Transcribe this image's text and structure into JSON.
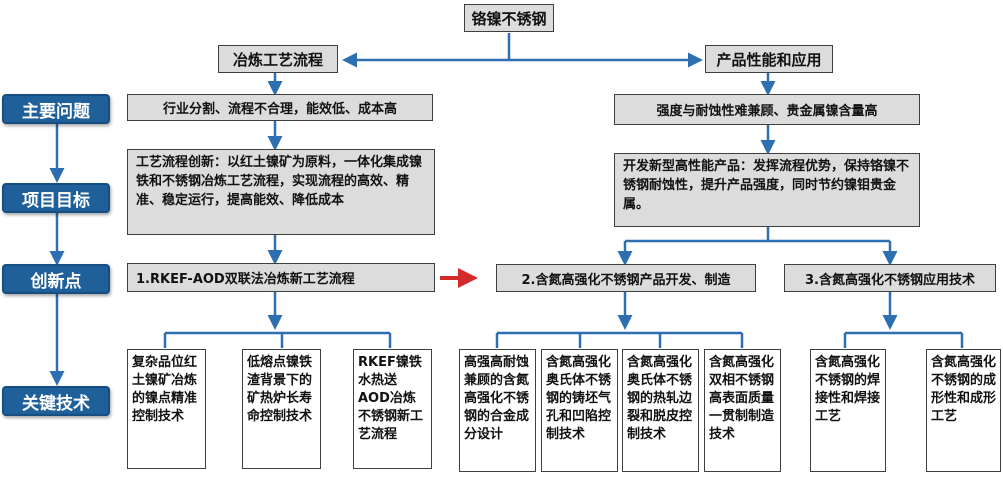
{
  "root": "铬镍不锈钢",
  "branches": {
    "left": "冶炼工艺流程",
    "right": "产品性能和应用"
  },
  "row_labels": [
    "主要问题",
    "项目目标",
    "创新点",
    "关键技术"
  ],
  "problems": {
    "left": "行业分割、流程不合理，能效低、成本高",
    "right": "强度与耐蚀性难兼顾、贵金属镍含量高"
  },
  "goals": {
    "left": "工艺流程创新：以红土镍矿为原料，一体化集成镍铁和不锈钢冶炼工艺流程，实现流程的高效、精准、稳定运行，提高能效、降低成本",
    "right": "开发新型高性能产品：发挥流程优势，保持铬镍不锈钢耐蚀性，提升产品强度，同时节约镍钼贵金属。"
  },
  "innovations": [
    "1.RKEF-AOD双联法冶炼新工艺流程",
    "2.含氮高强化不锈钢产品开发、制造",
    "3.含氮高强化不锈钢应用技术"
  ],
  "key_tech": {
    "group1": [
      "复杂品位红土镍矿冶炼的镍点精准控制技术",
      "低熔点镍铁渣背景下的矿热炉长寿命控制技术",
      "RKEF镍铁水热送AOD冶炼不锈钢新工艺流程"
    ],
    "group2": [
      "高强高耐蚀兼顾的含氮高强化不锈钢的合金成分设计",
      "含氮高强化奥氏体不锈钢的铸坯气孔和凹陷控制技术",
      "含氮高强化奥氏体不锈钢的热轧边裂和脱皮控制技术",
      "含氮高强化双相不锈钢高表面质量一贯制制造技术"
    ],
    "group3": [
      "含氮高强化不锈钢的焊接性和焊接工艺",
      "含氮高强化不锈钢的成形性和成形工艺"
    ]
  },
  "colors": {
    "label_blue": "#1f5f9a",
    "connector_blue": "#2e6fb2",
    "arrow_red": "#d42a2a",
    "box_gray": "#dcdcdc"
  }
}
